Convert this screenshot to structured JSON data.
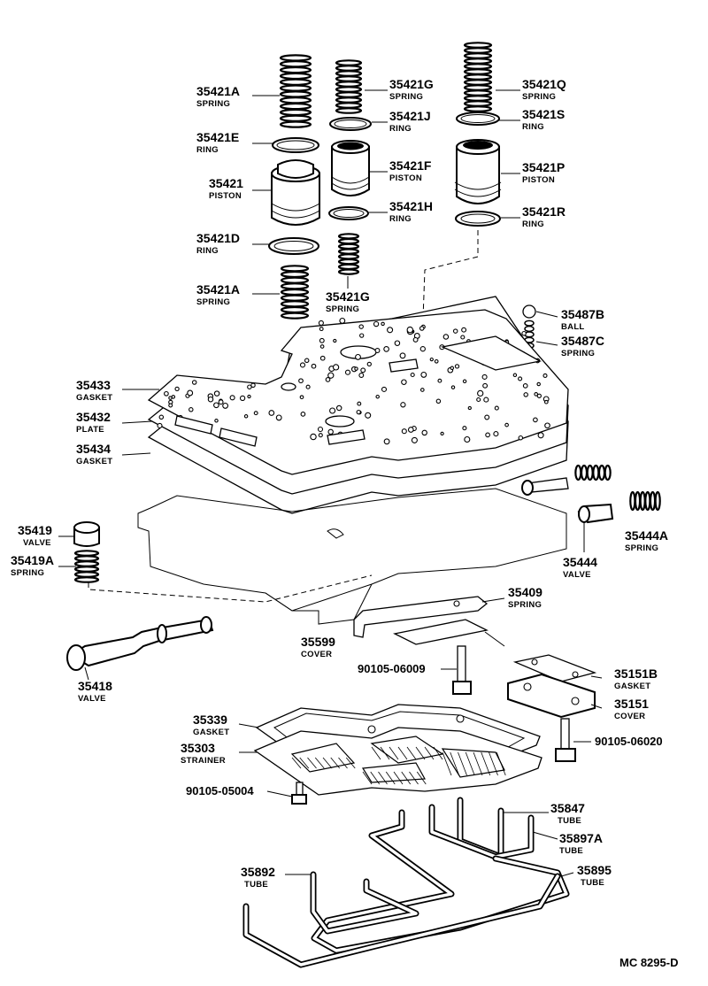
{
  "labels": {
    "spring_a_top": {
      "part": "35421A",
      "name": "SPRING"
    },
    "ring_e": {
      "part": "35421E",
      "name": "RING"
    },
    "piston": {
      "part": "35421",
      "name": "PISTON"
    },
    "ring_d": {
      "part": "35421D",
      "name": "RING"
    },
    "spring_a_bottom": {
      "part": "35421A",
      "name": "SPRING"
    },
    "spring_g_top": {
      "part": "35421G",
      "name": "SPRING"
    },
    "ring_j": {
      "part": "35421J",
      "name": "RING"
    },
    "piston_f": {
      "part": "35421F",
      "name": "PISTON"
    },
    "ring_h": {
      "part": "35421H",
      "name": "RING"
    },
    "spring_g_bottom": {
      "part": "35421G",
      "name": "SPRING"
    },
    "spring_q": {
      "part": "35421Q",
      "name": "SPRING"
    },
    "ring_s": {
      "part": "35421S",
      "name": "RING"
    },
    "piston_p": {
      "part": "35421P",
      "name": "PISTON"
    },
    "ring_r": {
      "part": "35421R",
      "name": "RING"
    },
    "ball": {
      "part": "35487B",
      "name": "BALL"
    },
    "spring_c": {
      "part": "35487C",
      "name": "SPRING"
    },
    "gasket_33": {
      "part": "35433",
      "name": "GASKET"
    },
    "plate_32": {
      "part": "35432",
      "name": "PLATE"
    },
    "gasket_34": {
      "part": "35434",
      "name": "GASKET"
    },
    "valve_19": {
      "part": "35419",
      "name": "VALVE"
    },
    "spring_19a": {
      "part": "35419A",
      "name": "SPRING"
    },
    "spring_44a": {
      "part": "35444A",
      "name": "SPRING"
    },
    "valve_44": {
      "part": "35444",
      "name": "VALVE"
    },
    "spring_09": {
      "part": "35409",
      "name": "SPRING"
    },
    "cover_599": {
      "part": "35599",
      "name": "COVER"
    },
    "bolt_009": {
      "part": "90105-06009",
      "name": ""
    },
    "valve_18": {
      "part": "35418",
      "name": "VALVE"
    },
    "gasket_151b": {
      "part": "35151B",
      "name": "GASKET"
    },
    "cover_151": {
      "part": "35151",
      "name": "COVER"
    },
    "gasket_339": {
      "part": "35339",
      "name": "GASKET"
    },
    "strainer": {
      "part": "35303",
      "name": "STRAINER"
    },
    "bolt_020": {
      "part": "90105-06020",
      "name": ""
    },
    "bolt_004": {
      "part": "90105-05004",
      "name": ""
    },
    "tube_847": {
      "part": "35847",
      "name": "TUBE"
    },
    "tube_897a": {
      "part": "35897A",
      "name": "TUBE"
    },
    "tube_892": {
      "part": "35892",
      "name": "TUBE"
    },
    "tube_895": {
      "part": "35895",
      "name": "TUBE"
    }
  },
  "diagram_code": "MC 8295-D"
}
